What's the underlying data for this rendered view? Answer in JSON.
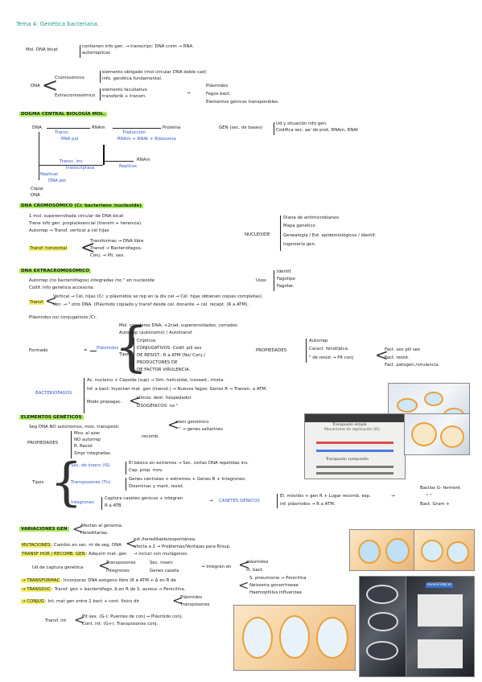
{
  "title": "Tema 4: Genética bacteriana.",
  "intro": {
    "label": "Mol. DNA bicat",
    "l1": "contienen info gen. → transcripc: DNA crom → RNA.",
    "l2": "autorreplicac"
  },
  "dna": {
    "label": "DNA",
    "crom": "Cromosómico",
    "crom1": "elemento obligado (mol circular DNA doble cad)",
    "crom2": "info. genética fundamental.",
    "extra": "Extracromosómico",
    "extra1": "elemento facultativo",
    "extra2": "transferib + transm.",
    "r1": "Plásmidos",
    "r2": "Fagos bact.",
    "r3": "Elementos génicos transponibles."
  },
  "dogma": {
    "header": "DOGMA CENTRAL BIOLOGÍA MOL.",
    "dna": "DNA",
    "rnam": "RNAm",
    "proteina": "Proteína",
    "transc": "Transc.",
    "rnapol": "RNA pol",
    "traduccion": "Traducción",
    "trad_sub": "RNAm + RNAt + Ribosoma",
    "rnam2": "RNAm",
    "transc_inv": "Transc. inv",
    "transcriptasa": "transcriptasa",
    "replicac": "Replicac",
    "replicac2": "Replicac",
    "dnapol": "DNA pol",
    "copia": "Copia",
    "copia_dna": "DNA",
    "gen_label": "GEN (sec. de bases)",
    "gen1": "Ud y situación info gen.",
    "gen2": "Codifica sec. aa' de prot, RNAm, RNAt"
  },
  "crom": {
    "header": "DNA CROMOSÓMICO (Cr. bacteriano /nucleoide)",
    "l1": "1 mol. superenrollada circular de DNA bicat",
    "l2": "Tiene info gen. propia/esencial (transm + herencia).",
    "l3": "Autorrep → Transf. vertical a cél hijas",
    "transf": "Transf. horizontal",
    "h1": "Transformac → DNA libre",
    "h2": "Transd → Bacteriófagos.",
    "h3": "Conj. → Plt. sex.",
    "nucleoide": "NUCLEOIDE",
    "n1": "Diana de antimicrobianos",
    "n2": "Mapa genético",
    "n3": "Genealogía / Est. epidemiológicos / identif.",
    "n4": "Ingeniería gen."
  },
  "extra": {
    "header": "DNA EXTRACROMOSÓMICO",
    "l1": "Autorrep (no bacteriófagos) integradas /no \" en nucleoide",
    "l2": "Codif. info genética accesoria.",
    "usos": "Usos",
    "u1": "Identif.",
    "u2": "Fagotipo",
    "u3": "Fagoter.",
    "transf": "Transf.",
    "vert": "Vertical → Cél. hijas (Cr. y plásmidos se rep en la div cel → Cél. hijas obtienen copias completas).",
    "hor": "Hor. → \" otro DNA. (Plásmido copiado y transf desde cél. donante → cél. recept. (R a ATM).",
    "l5": "Plásmidos no/ conjugativos /Cr.",
    "formado": "Formado",
    "plasmidos": "Plásmidos",
    "p1": "Mol. circulares DNA, +2cad, superenrollados, cerrados",
    "p2": "Autorrep (autónomo) / Autotransf.",
    "tipos": "Tipos",
    "tp1": "Crípticos",
    "tp2": "CONJUGATIVOS: Codif. pili sex",
    "tp3": "DE RESIST.: R a ATM (No/ Conj.)",
    "tp4": "PRODUCTORES DE",
    "tp5": "DE FACTOR VIRULENCIA.",
    "prop": "PROPIEDADES",
    "pr1": "Autorrep",
    "pr2": "Caract. fenotípica.",
    "pr3": "\" de resist → Plt conj",
    "f1": "Fact. sex pili sex",
    "f2": "Fact. resist.",
    "f3": "Fact. patogen./virulencia.",
    "bact": "BACTERIÓFAGOS",
    "b1": "Ac. nucleico + Cápside (sup) → Sim. helicoidal, icosaed., mixta.",
    "b2": "Inf. a bact: Inyectan mat. gen (transd.) → Nuevos fagos: Genes R → Transm. a ATM.",
    "modo": "Modo propagac.",
    "m1": "Líticos: dest. hospedador",
    "m2": "LISOGÉNICOS: no \""
  },
  "egen": {
    "header": "ELEMENTOS GENÉTICOS",
    "l1": "Seg DNA NO autónomos, mov, transposic",
    "e1": "elem genómico",
    "e2": "\" \" → genes saltarines",
    "recomb": "recomb.",
    "prop": "PROPIEDADES",
    "p1": "Mov. al azar",
    "p2": "NO autorrep",
    "p3": "R. Resist",
    "p4": "Smpr integradas.",
    "tipos": "Tipos",
    "is": "Sec. de inserc (IS)",
    "is1": "El básico en extremos → Sec. cortas DNA repetidas inv.",
    "is2": "Cap. prop. mov.",
    "tn": "Transposones (Tn)",
    "tn1": "Genes centrales + extremos + Genes R + Integrones.",
    "tn2": "Diseminac y mant. resist.",
    "int": "Integrones",
    "int1": "Captura casetes génicos + integran",
    "int2": "R a ATB",
    "casetes": "CASETES GÉNICOS",
    "c1": "El. móviles + gen R + Lugar recomb. esp.",
    "c2": "Inf. plásmidos → R a ATM.",
    "bac1": "Bacilos G- ferment.",
    "bac2": "\" \"",
    "bac3": "Bact. Gram +"
  },
  "var": {
    "header": "VARIACIONES GEN",
    "h1": "Afectan al genoma.",
    "h2": "Hereditarias.",
    "mut": "MUTACIONES",
    "mut_t": ": Cambio en sec. nt de seg. DNA",
    "mut1": "est./hereditable/espontánea.",
    "mut2": "afecta a 2 → Problemas/Ventajas para R/sup.",
    "tr": "TRANSF HOR / RECOMB. GEN",
    "tr_t": ": Adquirir mat. gen",
    "tr1": "→ incluir con mutágenos.",
    "ud": "Ud de captura genética",
    "ud1": "Transposones",
    "ud2": "Integrones",
    "ud3": "Sec. inserc",
    "ud4": "Genes casete",
    "integran": "→ Integran en",
    "in1": "plásmidos",
    "in2": "cr. bact.",
    "s1": "S. pneumonia → Penicilina",
    "s2": "Neisseria gonorrhoeae",
    "s3": "Haemophilus influenzae",
    "trf": "→ TRANSFORMAC",
    "trf_t": ": Incorporac DNA exógeno libre (R a ATM + Δ en R de",
    "trd": "→ TRANSDUC",
    "trd_t": ": Transf. gen + bacteriófago. Δ en R de S. aureus → Penicilina.",
    "conj": "→ CONJUG",
    "conj_t": ": Int. mat gen entre 2 bact + cont. físico dir",
    "cj1": "Plásmidos",
    "cj2": "Transposones",
    "transf_int": "Transf. int",
    "ti1": "Plt sex. (G-): Puentes de conj → Plásmido conj.",
    "ti2": "Cont. int. (G+): Transposones conj."
  },
  "figs": {
    "f1_title": "Transposón simple",
    "f1_sub": "Mecanismo de replicación (IS)",
    "f1_cap": "Transposón compuesto",
    "resist": "RESISTENCIA"
  },
  "colors": {
    "highlight": "#a8ee5a",
    "blue": "#2f55c8",
    "orange": "#e07a1a",
    "teal": "#1e9b8a"
  }
}
